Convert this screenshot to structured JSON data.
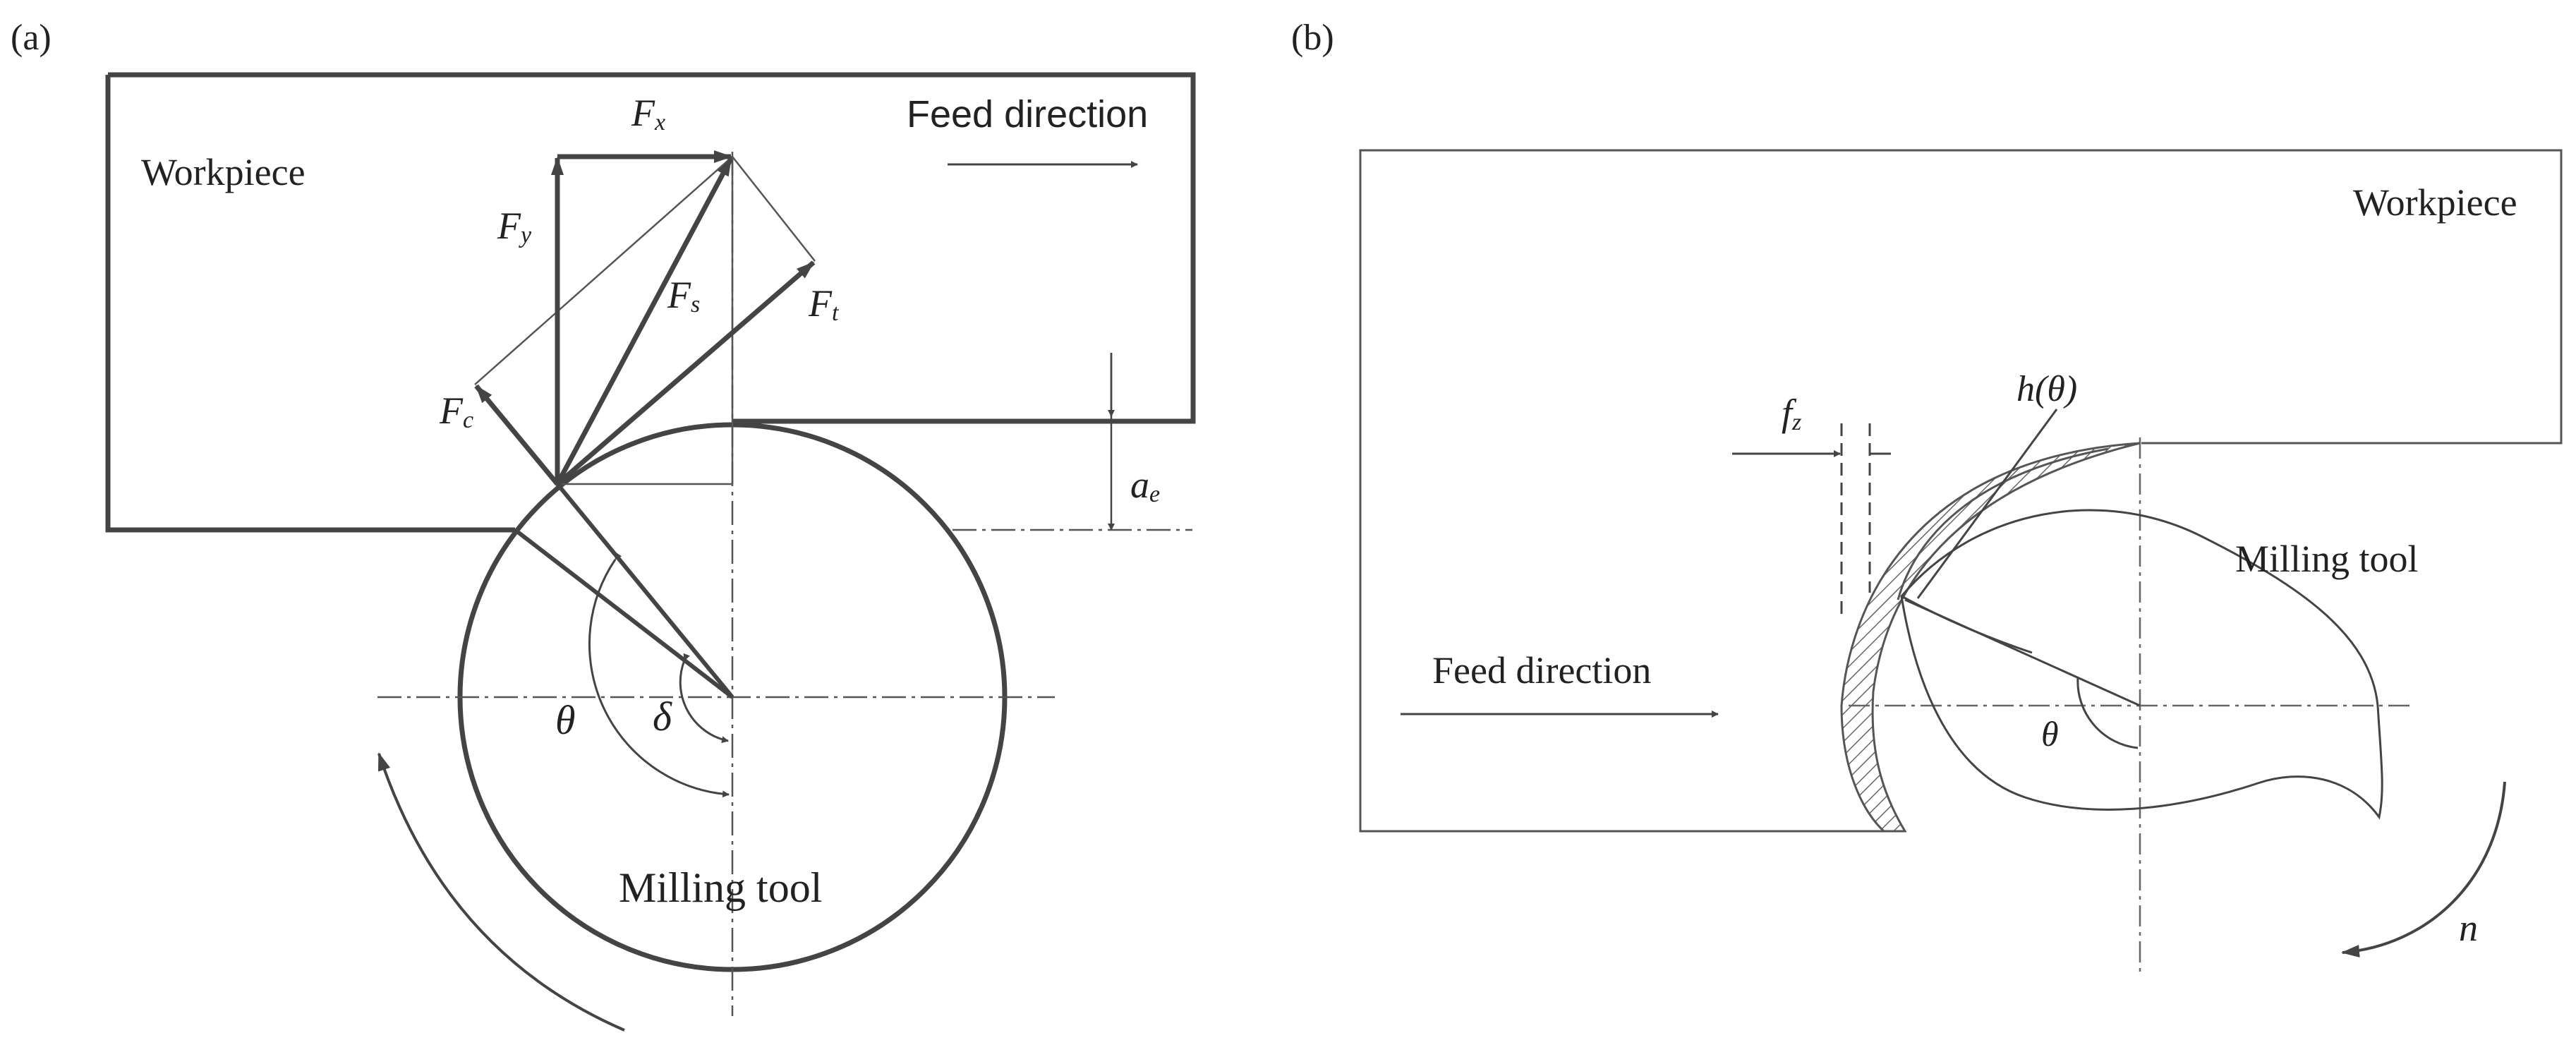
{
  "panel_a": {
    "label": "(a)",
    "workpiece": "Workpiece",
    "feed_direction": "Feed direction",
    "milling_tool": "Milling tool",
    "forces": {
      "fx": "F",
      "fx_sub": "x",
      "fy": "F",
      "fy_sub": "y",
      "fs": "F",
      "fs_sub": "s",
      "ft": "F",
      "ft_sub": "t",
      "fc": "F",
      "fc_sub": "c"
    },
    "ae": "a",
    "ae_sub": "e",
    "theta": "θ",
    "delta": "δ"
  },
  "panel_b": {
    "label": "(b)",
    "workpiece": "Workpiece",
    "feed_direction": "Feed direction",
    "milling_tool": "Milling tool",
    "h_theta": "h(θ)",
    "fz": "f",
    "fz_sub": "z",
    "theta": "θ",
    "n": "n"
  },
  "colors": {
    "line": "#444444",
    "thin": "#555555",
    "hatch": "#666666"
  }
}
